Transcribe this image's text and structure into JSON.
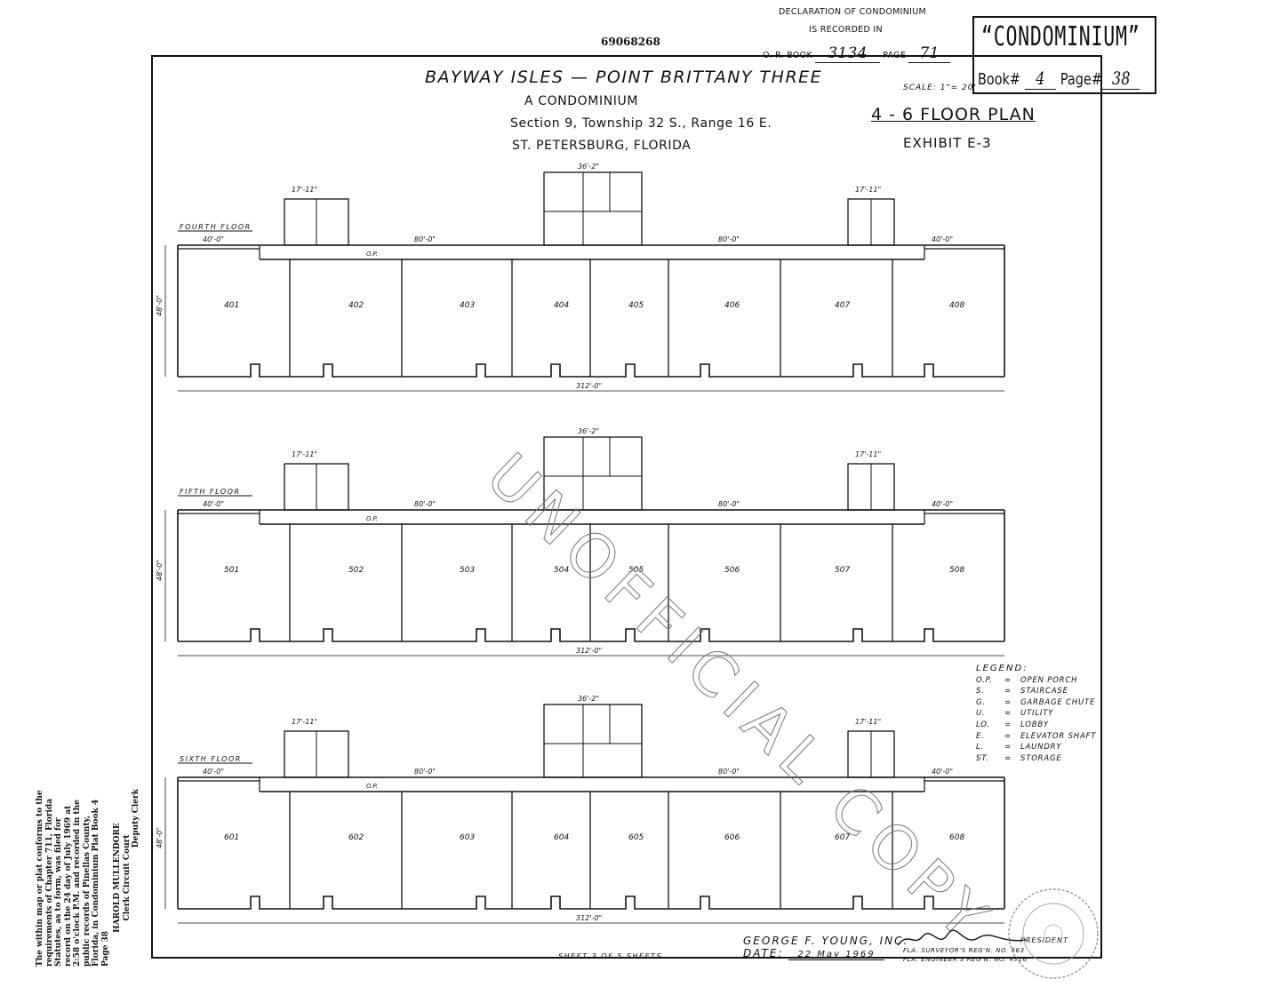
{
  "header": {
    "doc_number": "69068268",
    "declaration_line1": "DECLARATION OF CONDOMINIUM",
    "declaration_line2": "IS RECORDED IN",
    "or_book_label": "O. R. BOOK",
    "or_book_value": "3134",
    "or_page_label": "PAGE",
    "or_page_value": "71"
  },
  "stamp": {
    "title": "“CONDOMINIUM”",
    "book_label": "Book#",
    "book_value": "4",
    "page_label": "Page#",
    "page_value": "38"
  },
  "title_block": {
    "project": "BAYWAY ISLES — POINT BRITTANY THREE",
    "type": "A CONDOMINIUM",
    "section": "Section 9, Township 32 S., Range 16 E.",
    "city": "ST. PETERSBURG, FLORIDA",
    "scale": "SCALE: 1\"= 20'",
    "plan": "4 - 6 FLOOR PLAN",
    "exhibit": "EXHIBIT E-3"
  },
  "watermark": "UNOFFICIAL COPY",
  "floors": [
    {
      "label": "FOURTH FLOOR",
      "units": [
        "401",
        "402",
        "403",
        "404",
        "405",
        "406",
        "407",
        "408"
      ]
    },
    {
      "label": "FIFTH FLOOR",
      "units": [
        "501",
        "502",
        "503",
        "504",
        "505",
        "506",
        "507",
        "508"
      ]
    },
    {
      "label": "SIXTH FLOOR",
      "units": [
        "601",
        "602",
        "603",
        "604",
        "605",
        "606",
        "607",
        "608"
      ]
    }
  ],
  "dims": {
    "total_length": "312'-0\"",
    "depth": "48'-0\"",
    "core_width": "36'-2\"",
    "stair_width": "17'-11\"",
    "end_wing": "40'-0\"",
    "mid_run": "80'-0\"",
    "porch": "O.P."
  },
  "legend": {
    "title": "LEGEND:",
    "items": [
      {
        "key": "O.P.",
        "value": "OPEN PORCH"
      },
      {
        "key": "S.",
        "value": "STAIRCASE"
      },
      {
        "key": "G.",
        "value": "GARBAGE CHUTE"
      },
      {
        "key": "U.",
        "value": "UTILITY"
      },
      {
        "key": "LO.",
        "value": "LOBBY"
      },
      {
        "key": "E.",
        "value": "ELEVATOR SHAFT"
      },
      {
        "key": "L.",
        "value": "LAUNDRY"
      },
      {
        "key": "ST.",
        "value": "STORAGE"
      }
    ]
  },
  "footer": {
    "firm": "GEORGE F. YOUNG, INC.",
    "date_label": "DATE:",
    "date_value": "22 May 1969",
    "president": "PRESIDENT",
    "surveyor": "FLA. SURVEYOR'S REG'N. NO. 663",
    "engineer": "FLA. ENGINEER'S REG'N. NO. 4916",
    "sheet": "SHEET 3 OF 5 SHEETS"
  },
  "side_note": {
    "text": "The within map or plat conforms to the requirements of Chapter 711, Florida Statutes, as to form, was filed for record on the 24 day of July 1969 at 2:58 o'clock P.M. and recorded in the public records of Pinellas County, Florida, in Condominium Plat Book 4 Page 38",
    "clerk": "HAROLD MULLENDORE",
    "clerk_title": "Clerk Circuit Court",
    "deputy": "Deputy Clerk"
  }
}
